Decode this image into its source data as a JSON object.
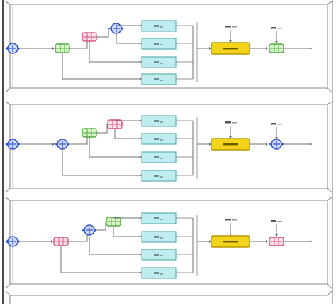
{
  "colors": {
    "frame": "#8a8a8a",
    "rail": "#4a4a4a",
    "wire": "#707070",
    "blue_node": "#3355cc",
    "blue_fill": "#cfd8ff",
    "green_node": "#55aa44",
    "green_fill": "#d8f7c8",
    "pink_node": "#d9557f",
    "pink_fill": "#fde0ea",
    "block_stroke": "#5fb2b2",
    "block_fill": "#bfecee",
    "gain_stroke": "#b89a00",
    "gain_fill": "#f4d41a"
  },
  "panels": [
    {
      "id": "panel-1",
      "input_node": "blue",
      "first_node": "green",
      "second_node": "pink",
      "third_node": "blue",
      "output_node": "green",
      "branch_labels": [
        "",
        "",
        "",
        ""
      ],
      "gain_label": "",
      "output_label": ""
    },
    {
      "id": "panel-2",
      "input_node": "blue",
      "first_node": "blue",
      "second_node": "green",
      "third_node": "pink",
      "output_node": "blue",
      "branch_labels": [
        "",
        "",
        "",
        ""
      ],
      "gain_label": "",
      "output_label": ""
    },
    {
      "id": "panel-3",
      "input_node": "blue",
      "first_node": "pink",
      "second_node": "blue",
      "third_node": "green",
      "output_node": "pink",
      "branch_labels": [
        "",
        "",
        "",
        ""
      ],
      "gain_label": "",
      "output_label": ""
    }
  ]
}
